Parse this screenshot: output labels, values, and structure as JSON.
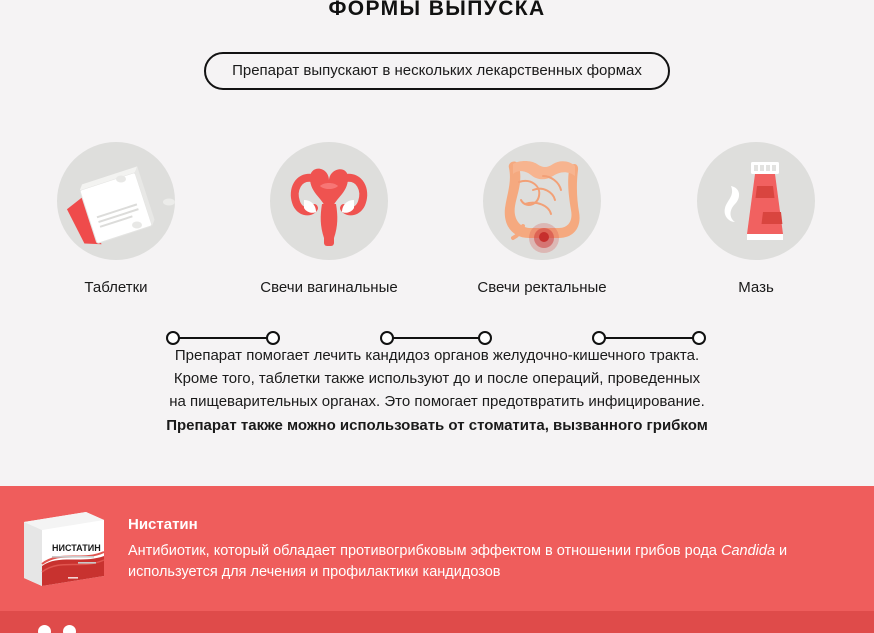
{
  "page": {
    "title": "ФОРМЫ ВЫПУСКА",
    "callout": "Препарат выпускают в нескольких лекарственных формах",
    "background_color": "#f5f3f4",
    "accent_color": "#ef5d5c"
  },
  "forms": {
    "items": [
      {
        "label": "Таблетки",
        "icon": "tablets-blister-icon"
      },
      {
        "label": "Свечи вагинальные",
        "icon": "uterus-icon"
      },
      {
        "label": "Свечи ректальные",
        "icon": "intestine-icon"
      },
      {
        "label": "Мазь",
        "icon": "ointment-tube-icon"
      }
    ]
  },
  "body": {
    "line1": "Препарат помогает лечить кандидоз органов желудочно-кишечного тракта.",
    "line2": "Кроме того, таблетки также используют до и после операций, проведенных",
    "line3": "на пищеварительных органах. Это помогает предотвратить инфицирование.",
    "emphasis": "Препарат также можно использовать от стоматита, вызванного грибком"
  },
  "banner": {
    "product_name": "Нистатин",
    "description_before": "Антибиотик, который обладает противогрибковым эффектом в отношении грибов рода ",
    "description_italic": "Candida",
    "description_after": " и используется для лечения и профилактики кандидозов",
    "thumb_label": "НИСТАТИН",
    "background_color": "#ef5d5c"
  },
  "bottom_strip": {
    "background_color": "#df4b4a"
  }
}
